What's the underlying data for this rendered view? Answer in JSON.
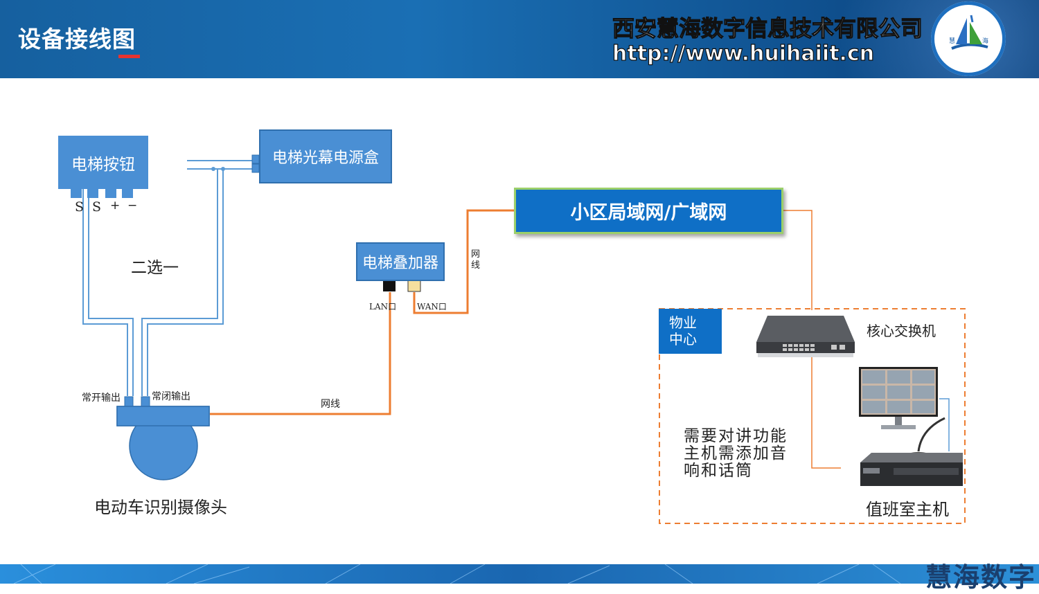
{
  "header": {
    "title": "设备接线图",
    "company": "西安慧海数字信息技术有限公司",
    "url": "http://www.huihaiit.cn",
    "logo_text": [
      "慧",
      "海"
    ]
  },
  "diagram": {
    "elevator_button": "电梯按钮",
    "terminals": [
      "S",
      "S",
      "+",
      "−"
    ],
    "light_curtain_box": "电梯光幕电源盒",
    "choose_one": "二选一",
    "overlay_device": "电梯叠加器",
    "lan_port": "LAN口",
    "wan_port": "WAN口",
    "lan_wan_network": "小区局域网/广域网",
    "cable_vertical": "网\n线",
    "cable_horizontal": "网线",
    "normally_open": "常开输出",
    "normally_closed": "常闭输出",
    "camera": "电动车识别摄像头",
    "property_center": "物业\n中心",
    "core_switch": "核心交换机",
    "note": "需要对讲功能\n主机需添加音\n响和话筒",
    "duty_host": "值班室主机"
  },
  "footer": {
    "text": "慧海数字"
  },
  "colors": {
    "header_blue": "#1a6fb4",
    "box_blue": "#4a8fd4",
    "network_blue": "#0f6fc6",
    "orange_cable": "#ed7d31",
    "wire_blue": "#5b9bd5",
    "accent_red": "#e8332f"
  }
}
